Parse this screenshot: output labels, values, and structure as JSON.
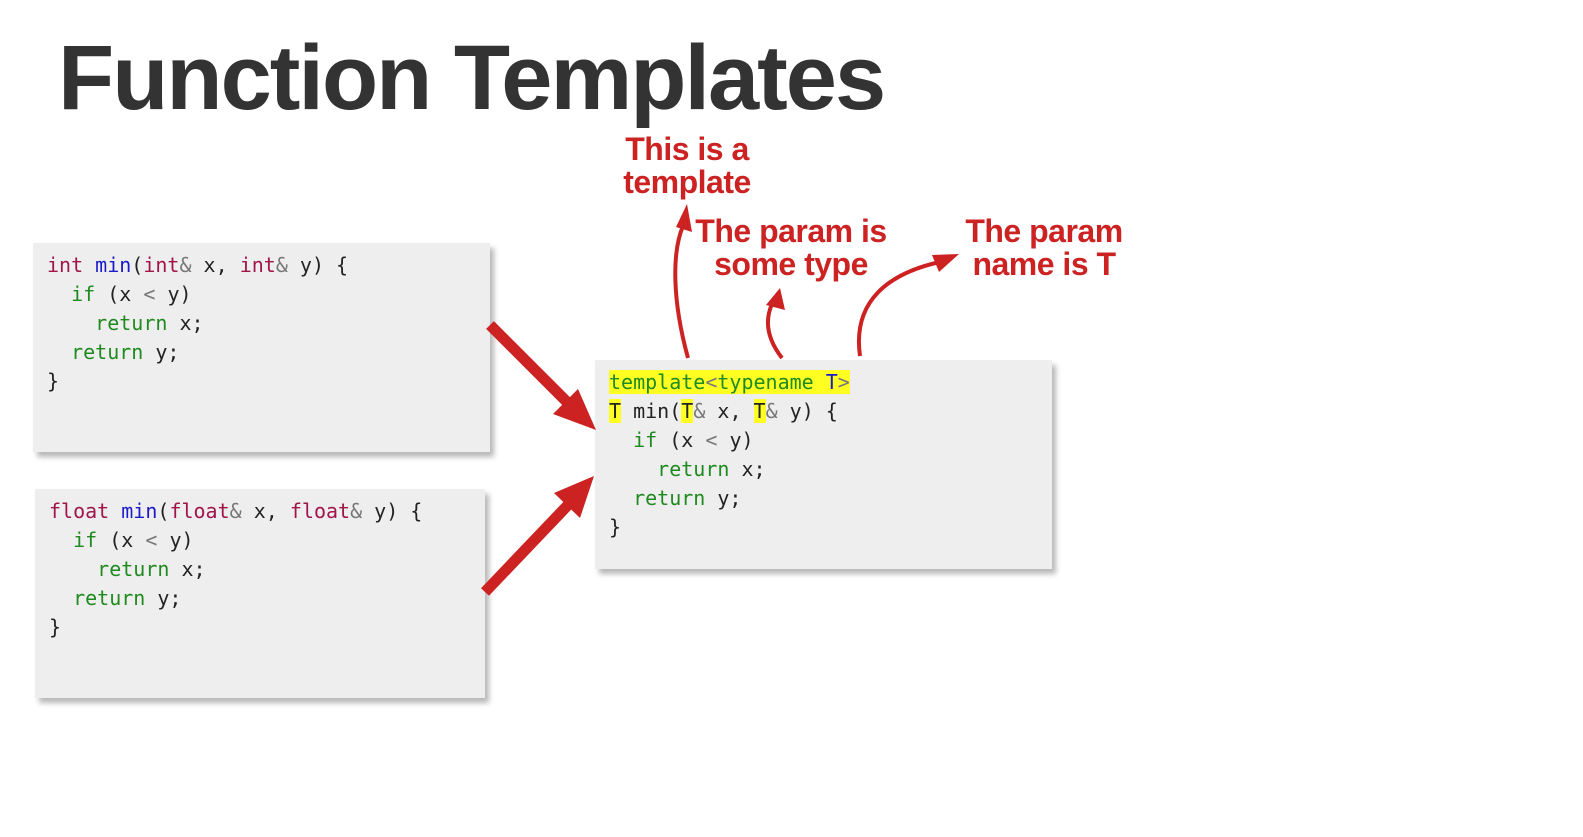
{
  "slide": {
    "title": "Function Templates"
  },
  "code_int": {
    "type": "int",
    "fn": "min",
    "param_type": "int",
    "amp": "&",
    "x": " x, ",
    "y": " y) {",
    "if_kw": "if",
    "cond_open": " (x ",
    "lt": "<",
    "cond_close": " y)",
    "return_kw": "return",
    "ret_x": " x;",
    "ret_y": " y;",
    "close": "}"
  },
  "code_float": {
    "type": "float",
    "fn": "min",
    "param_type": "float",
    "amp": "&",
    "x": " x, ",
    "y": " y) {",
    "if_kw": "if",
    "cond_open": " (x ",
    "lt": "<",
    "cond_close": " y)",
    "return_kw": "return",
    "ret_x": " x;",
    "ret_y": " y;",
    "close": "}"
  },
  "code_template": {
    "template_kw": "template",
    "lt": "<",
    "typename_kw": "typename",
    "T": "T",
    "gt": ">",
    "fn_sig": " min(",
    "amp": "&",
    "x": " x, ",
    "y": " y) {",
    "if_kw": "if",
    "cond_open": " (x ",
    "cond_lt": "<",
    "cond_close": " y)",
    "return_kw": "return",
    "ret_x": " x;",
    "ret_y": " y;",
    "close": "}"
  },
  "annotations": {
    "is_template": [
      "This is a",
      "template"
    ],
    "param_type": [
      "The param is",
      "some type"
    ],
    "param_name": [
      "The param",
      "name is T"
    ]
  },
  "colors": {
    "accent": "#cc2222",
    "highlight": "#ffff22",
    "type_keyword": "#a0154a",
    "control_keyword": "#1f8a1f",
    "function_name": "#1a1ac8"
  }
}
